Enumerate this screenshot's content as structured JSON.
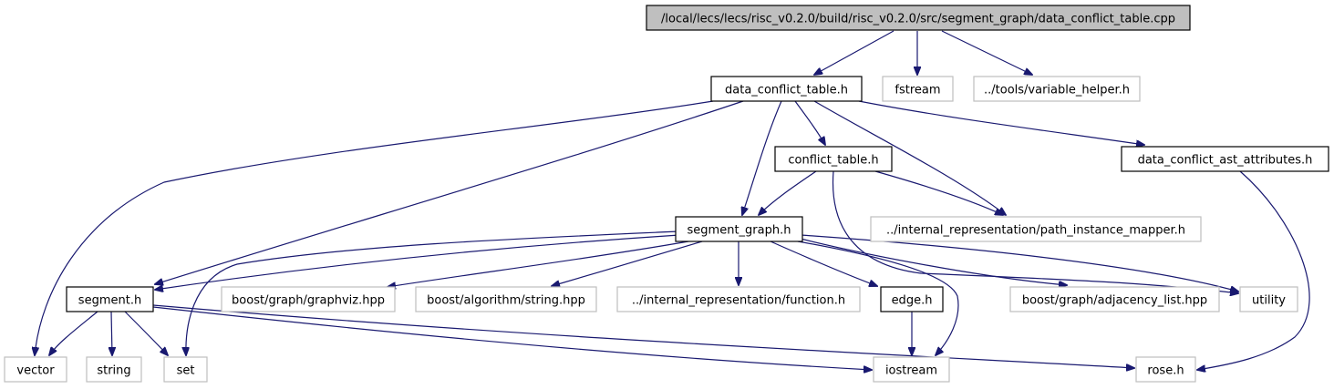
{
  "graph": {
    "colors": {
      "edge": "#191970",
      "root_fill": "#bfbfbf",
      "external_border": "#bfbfbf",
      "local_border": "#000000"
    },
    "nodes": [
      {
        "id": "root",
        "label": "/local/lecs/lecs/risc_v0.2.0/build/risc_v0.2.0/src/segment_graph/data_conflict_table.cpp",
        "kind": "root"
      },
      {
        "id": "dct_h",
        "label": "data_conflict_table.h",
        "kind": "local"
      },
      {
        "id": "fstream",
        "label": "fstream",
        "kind": "external"
      },
      {
        "id": "varhelper",
        "label": "../tools/variable_helper.h",
        "kind": "external"
      },
      {
        "id": "conflict_h",
        "label": "conflict_table.h",
        "kind": "local"
      },
      {
        "id": "dcaa_h",
        "label": "data_conflict_ast_attributes.h",
        "kind": "local"
      },
      {
        "id": "segment_graph_h",
        "label": "segment_graph.h",
        "kind": "local"
      },
      {
        "id": "pim_h",
        "label": "../internal_representation/path_instance_mapper.h",
        "kind": "external"
      },
      {
        "id": "segment_h",
        "label": "segment.h",
        "kind": "local"
      },
      {
        "id": "graphviz",
        "label": "boost/graph/graphviz.hpp",
        "kind": "external"
      },
      {
        "id": "algstring",
        "label": "boost/algorithm/string.hpp",
        "kind": "external"
      },
      {
        "id": "function_h",
        "label": "../internal_representation/function.h",
        "kind": "external"
      },
      {
        "id": "edge_h",
        "label": "edge.h",
        "kind": "local"
      },
      {
        "id": "adjlist",
        "label": "boost/graph/adjacency_list.hpp",
        "kind": "external"
      },
      {
        "id": "utility",
        "label": "utility",
        "kind": "external"
      },
      {
        "id": "vector",
        "label": "vector",
        "kind": "external"
      },
      {
        "id": "string",
        "label": "string",
        "kind": "external"
      },
      {
        "id": "set",
        "label": "set",
        "kind": "external"
      },
      {
        "id": "iostream",
        "label": "iostream",
        "kind": "external"
      },
      {
        "id": "rose_h",
        "label": "rose.h",
        "kind": "external"
      }
    ],
    "edges": [
      {
        "from": "root",
        "to": "dct_h"
      },
      {
        "from": "root",
        "to": "fstream"
      },
      {
        "from": "root",
        "to": "varhelper"
      },
      {
        "from": "dct_h",
        "to": "vector"
      },
      {
        "from": "dct_h",
        "to": "segment_h"
      },
      {
        "from": "dct_h",
        "to": "segment_graph_h"
      },
      {
        "from": "dct_h",
        "to": "conflict_h"
      },
      {
        "from": "dct_h",
        "to": "pim_h"
      },
      {
        "from": "dct_h",
        "to": "dcaa_h"
      },
      {
        "from": "conflict_h",
        "to": "segment_graph_h"
      },
      {
        "from": "conflict_h",
        "to": "pim_h"
      },
      {
        "from": "conflict_h",
        "to": "utility"
      },
      {
        "from": "dcaa_h",
        "to": "rose_h"
      },
      {
        "from": "segment_graph_h",
        "to": "segment_h"
      },
      {
        "from": "segment_graph_h",
        "to": "set"
      },
      {
        "from": "segment_graph_h",
        "to": "graphviz"
      },
      {
        "from": "segment_graph_h",
        "to": "algstring"
      },
      {
        "from": "segment_graph_h",
        "to": "function_h"
      },
      {
        "from": "segment_graph_h",
        "to": "edge_h"
      },
      {
        "from": "segment_graph_h",
        "to": "iostream"
      },
      {
        "from": "segment_graph_h",
        "to": "adjlist"
      },
      {
        "from": "segment_graph_h",
        "to": "utility"
      },
      {
        "from": "segment_h",
        "to": "vector"
      },
      {
        "from": "segment_h",
        "to": "string"
      },
      {
        "from": "segment_h",
        "to": "set"
      },
      {
        "from": "segment_h",
        "to": "iostream"
      },
      {
        "from": "segment_h",
        "to": "rose_h"
      },
      {
        "from": "edge_h",
        "to": "iostream"
      }
    ]
  }
}
